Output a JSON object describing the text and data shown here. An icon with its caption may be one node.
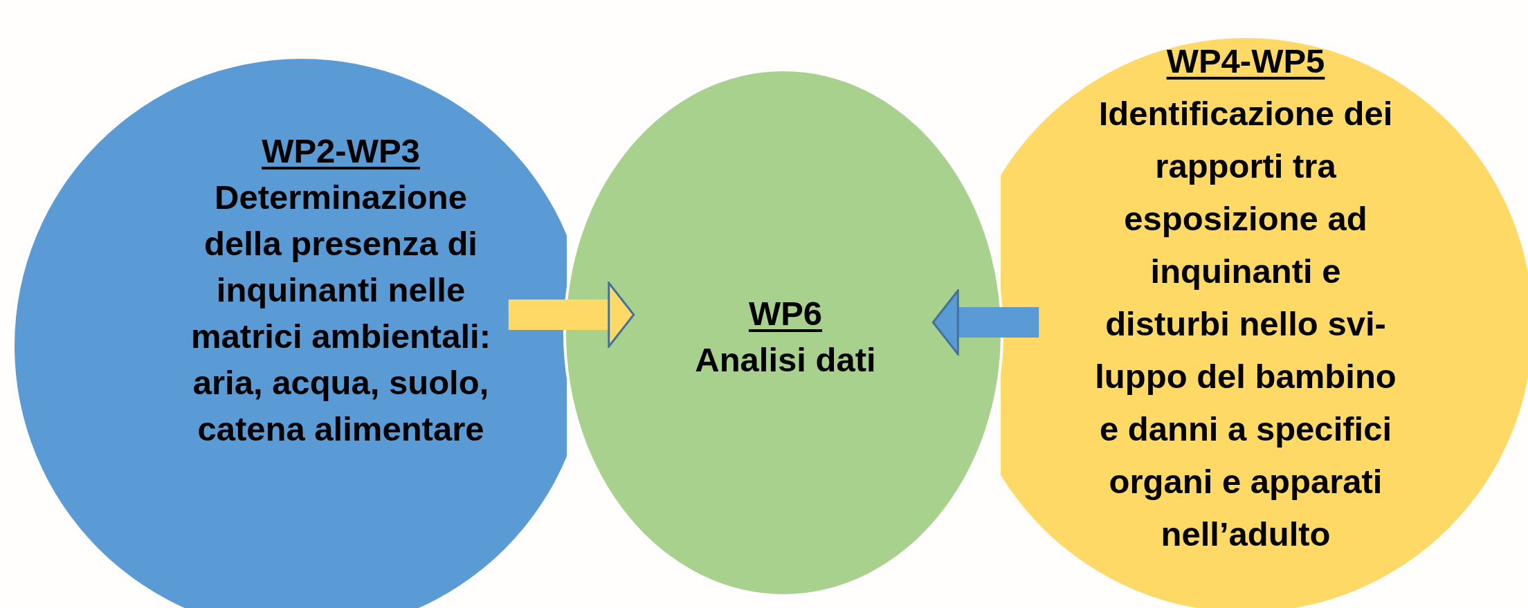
{
  "diagram": {
    "nodes": [
      {
        "text": [
          "WP2-WP3",
          "Determinazione della presenza di inquinanti nelle matrici ambientali: aria, acqua, suolo, catena alimentare"
        ]
      },
      {
        "text": [
          "WP6",
          "Analisi dati"
        ]
      },
      {
        "text": [
          "WP4-WP5",
          "Identificazione dei rapporti tra esposizione ad inquinanti e disturbi nello svi- luppo del bambino e danni a specifici organi e apparati nell’adulto"
        ]
      }
    ],
    "edges": [
      {
        "from": 0,
        "to": 1,
        "arrow": "to",
        "color": "#ffd966"
      },
      {
        "from": 2,
        "to": 1,
        "arrow": "to",
        "color": "#5b9bd5"
      }
    ]
  }
}
